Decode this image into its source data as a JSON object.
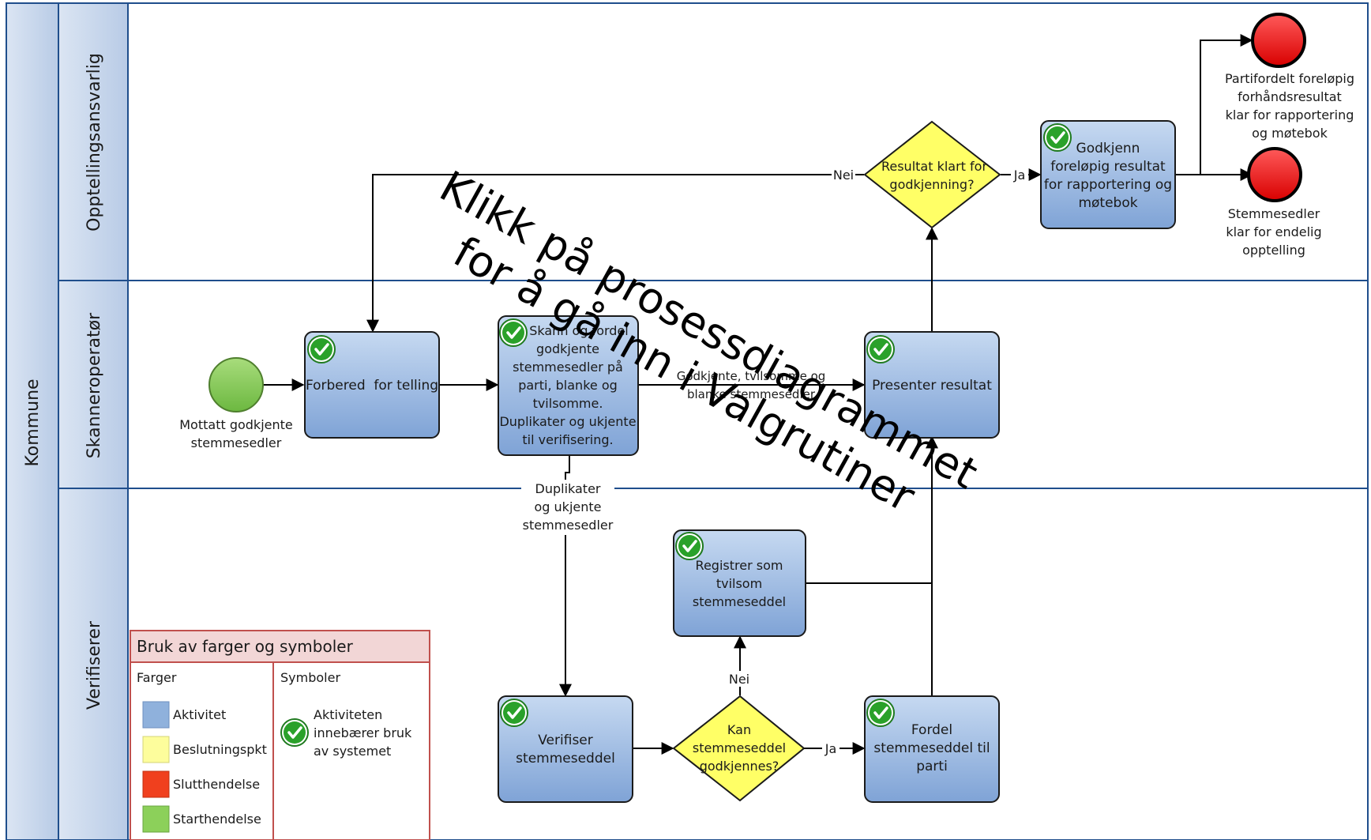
{
  "pool": {
    "label": "Kommune",
    "lanes": {
      "top": "Opptellingsansvarlig",
      "middle": "Skanneroperatør",
      "bottom": "Verifiserer"
    }
  },
  "events": {
    "start": [
      "Mottatt godkjente",
      "stemmesedler"
    ],
    "end_top": [
      "Partifordelt foreløpig",
      "forhåndsresultat",
      "klar for rapportering",
      "og møtebok"
    ],
    "end_bottom": [
      "Stemmesedler",
      "klar for endelig",
      "opptelling"
    ]
  },
  "activities": {
    "prepare": [
      "Forbered  for telling"
    ],
    "scan": [
      "Skann og fordel",
      "godkjente",
      "stemmesedler på",
      "parti, blanke og",
      "tvilsomme.",
      "Duplikater og ukjente",
      "til verifisering."
    ],
    "present": [
      "Presenter resultat"
    ],
    "approve": [
      "Godkjenn",
      "foreløpig resultat",
      "for rapportering og",
      "møtebok"
    ],
    "register": [
      "Registrer som",
      "tvilsom",
      "stemmeseddel"
    ],
    "verify": [
      "Verifiser",
      "stemmeseddel"
    ],
    "distribute": [
      "Fordel",
      "stemmeseddel til",
      "parti"
    ]
  },
  "gateways": {
    "result_ready": [
      "Resultat klart for",
      "godkjenning?"
    ],
    "can_approve": [
      "Kan",
      "stemmeseddel",
      "godkjennes?"
    ]
  },
  "flow_labels": {
    "no_top": "Nei",
    "yes_top": "Ja",
    "approved_ballots": [
      "Godkjente, tvilsomme og",
      "blanke stemmesedler"
    ],
    "duplicates": [
      "Duplikater",
      "og ukjente",
      "stemmesedler"
    ],
    "no_bottom": "Nei",
    "yes_bottom": "Ja"
  },
  "legend": {
    "title": "Bruk av farger og symboler",
    "colors_header": "Farger",
    "symbols_header": "Symboler",
    "items": [
      {
        "label": "Aktivitet",
        "color": "#8fb1dc"
      },
      {
        "label": "Beslutningspkt",
        "color": "#fdfd9c"
      },
      {
        "label": "Slutthendelse",
        "color": "#f0401e"
      },
      {
        "label": "Starthendelse",
        "color": "#8cd05a"
      }
    ],
    "symbol_text": [
      "Aktiviteten",
      "innebærer bruk",
      "av systemet"
    ]
  },
  "watermark": [
    "Klikk på prosessdiagrammet",
    "for å gå inn i Valgrutiner"
  ],
  "colors": {
    "activity_top": "#bcd2ee",
    "activity_bottom": "#7fa3d6",
    "gateway": "#ffff66",
    "end_event": "#ee1c1c",
    "start_event": "#8cd05a",
    "lane_header": "#c5d5ea",
    "line": "#1f4e8c",
    "check": "#2aa12a"
  }
}
